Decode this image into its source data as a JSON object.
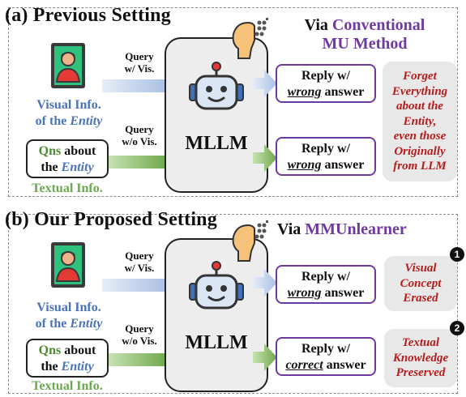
{
  "panel_a": {
    "title": "(a) Previous Setting",
    "via_prefix": "Via",
    "via_method_line1": "Conventional",
    "via_method_line2": "MU Method",
    "mllm": "MLLM",
    "query_vis_line1": "Query",
    "query_vis_line2": "w/ Vis.",
    "query_novis_line1": "Query",
    "query_novis_line2": "w/o Vis.",
    "visual_info_line1": "Visual Info.",
    "visual_info_of": "of the",
    "visual_info_entity": "Entity",
    "qns_green": "Qns",
    "qns_about": "about",
    "qns_the": "the",
    "qns_entity": "Entity",
    "textual_info": "Textual Info.",
    "reply1_line1": "Reply w/",
    "reply1_word": "wrong",
    "reply1_rest": "answer",
    "reply2_line1": "Reply w/",
    "reply2_word": "wrong",
    "reply2_rest": "answer",
    "result_lines": [
      "Forget",
      "Everything",
      "about the",
      "Entity,",
      "even those",
      "Originally",
      "from LLM"
    ]
  },
  "panel_b": {
    "title": "(b) Our Proposed Setting",
    "via_prefix": "Via",
    "via_method": "MMUnlearner",
    "mllm": "MLLM",
    "query_vis_line1": "Query",
    "query_vis_line2": "w/ Vis.",
    "query_novis_line1": "Query",
    "query_novis_line2": "w/o Vis.",
    "visual_info_line1": "Visual Info.",
    "visual_info_of": "of the",
    "visual_info_entity": "Entity",
    "qns_green": "Qns",
    "qns_about": "about",
    "qns_the": "the",
    "qns_entity": "Entity",
    "textual_info": "Textual Info.",
    "reply1_line1": "Reply w/",
    "reply1_word": "wrong",
    "reply1_rest": "answer",
    "reply2_line1": "Reply w/",
    "reply2_word": "correct",
    "reply2_rest": "answer",
    "result1_lines": [
      "Visual",
      "Concept",
      "Erased"
    ],
    "result2_lines": [
      "Textual",
      "Knowledge",
      "Preserved"
    ],
    "badge1": "1",
    "badge2": "2"
  },
  "colors": {
    "purple": "#6f3aa0",
    "blue_text": "#4a73b8",
    "green_text": "#6aa84f",
    "red_text": "#b71c1c",
    "blue_arrow": "#b9cce8",
    "green_arrow": "#8cc06a",
    "mllm_fill": "#ededed",
    "result_fill": "#e8e8e8"
  },
  "icons": [
    "portrait-photo-icon",
    "robot-icon",
    "head-thinking-icon",
    "arrow-right-icon",
    "number-badge-icon"
  ]
}
